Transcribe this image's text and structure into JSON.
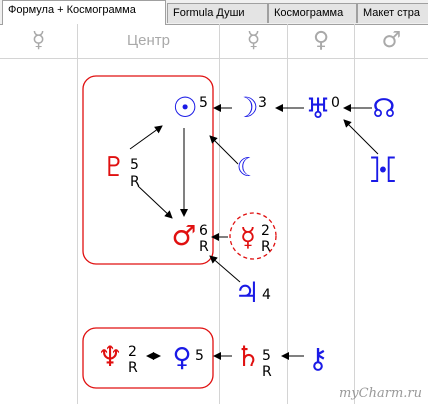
{
  "tabs": [
    {
      "label": "Формула + Космограмма",
      "active": true
    },
    {
      "label": "Formula Души",
      "active": false
    },
    {
      "label": "Космограмма",
      "active": false
    },
    {
      "label": "Макет стра",
      "active": false
    }
  ],
  "columns": {
    "mercury_symbol": "☿",
    "center_label": "Центр",
    "mercury_symbol_2": "☿",
    "venus_symbol": "♀",
    "mars_symbol": "♂"
  },
  "planets": {
    "sun": {
      "symbol": "☉",
      "number": "5",
      "color": "#1a1ae6"
    },
    "moon": {
      "symbol": "☽",
      "number": "3",
      "color": "#1a1ae6"
    },
    "uranus": {
      "symbol": "♅",
      "number": "0",
      "color": "#1a1ae6"
    },
    "node": {
      "symbol": "☊",
      "color": "#1a1ae6"
    },
    "pluto": {
      "symbol": "♇",
      "number": "5",
      "retro": "R",
      "color": "#e01010"
    },
    "lilith": {
      "symbol": "☾",
      "color": "#1a1ae6"
    },
    "proserpina": {
      "symbol": "⯘",
      "color": "#1a1ae6"
    },
    "mars": {
      "symbol": "♂",
      "number": "6",
      "retro": "R",
      "color": "#e01010"
    },
    "mercury": {
      "symbol": "☿",
      "number": "2",
      "retro": "R",
      "color": "#e01010"
    },
    "jupiter": {
      "symbol": "♃",
      "number": "4",
      "color": "#1a1ae6"
    },
    "neptune": {
      "symbol": "♆",
      "number": "2",
      "retro": "R",
      "color": "#e01010"
    },
    "venus": {
      "symbol": "♀",
      "number": "5",
      "color": "#1a1ae6"
    },
    "saturn": {
      "symbol": "♄",
      "number": "5",
      "retro": "R",
      "color": "#e01010"
    },
    "chiron": {
      "symbol": "⚷",
      "color": "#1a1ae6"
    }
  },
  "watermark": "myCharm.ru"
}
